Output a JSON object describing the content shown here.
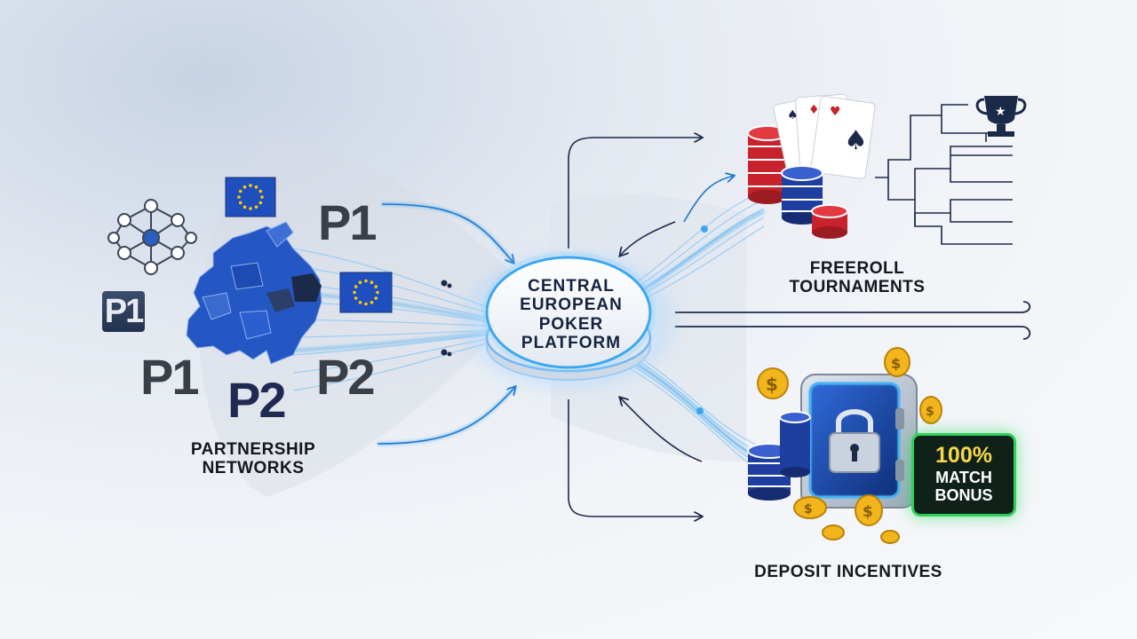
{
  "hub": {
    "label": "CENTRAL\nEUROPEAN\nPOKER\nPLATFORM"
  },
  "partnership": {
    "label": "PARTNERSHIP\nNETWORKS",
    "logos": [
      "P1",
      "P1",
      "P1",
      "P2",
      "P2"
    ]
  },
  "freeroll": {
    "label": "FREEROLL\nTOURNAMENTS"
  },
  "deposit": {
    "label": "DEPOSIT INCENTIVES",
    "bonus_badge": {
      "percent": "100%",
      "line1": "MATCH",
      "line2": "BONUS"
    }
  },
  "colors": {
    "flow_blue": "#3aa6f0",
    "navy": "#1c2a4a",
    "eu_blue": "#1f4fbf",
    "eu_gold": "#ffcc00",
    "chip_red": "#c8232c",
    "chip_blue": "#1f3fa0",
    "coin_gold": "#f2b51c",
    "bonus_green": "#2fd05a"
  }
}
